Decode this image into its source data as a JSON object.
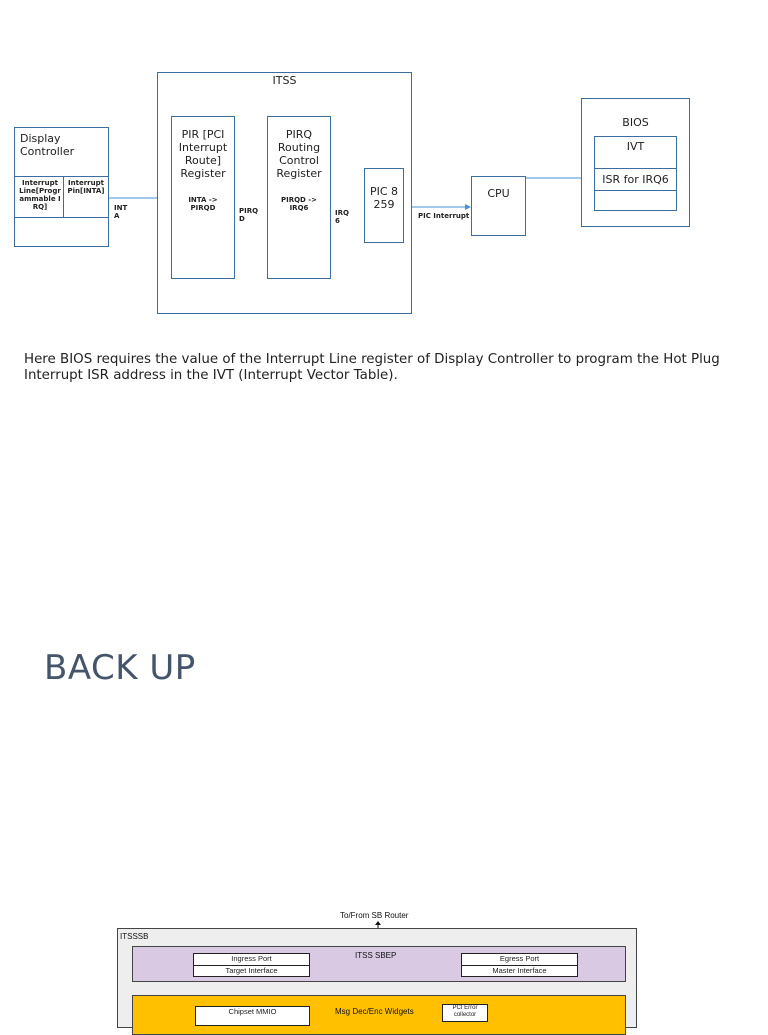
{
  "diagram": {
    "display_controller": {
      "title": "Display Controller",
      "reg_interrupt_line": "Interrupt Line[Programmable IRQ]",
      "reg_interrupt_pin": "Interrupt Pin[INTA]"
    },
    "label_inta": "INT A",
    "itss": {
      "title": "ITSS",
      "pir": {
        "title": "PIR [PCI Interrupt Route] Register",
        "sub": "INTA -> PIRQD"
      },
      "label_pirqd": "PIRQ D",
      "pirq": {
        "title": "PIRQ Routing Control Register",
        "sub": "PIRQD -> IRQ6"
      },
      "label_irq6": "IRQ 6",
      "pic": "PIC 8259"
    },
    "label_pic_interrupt": "PIC Interrupt",
    "cpu": "CPU",
    "bios": {
      "title": "BIOS",
      "ivt": "IVT",
      "isr": "ISR for IRQ6"
    }
  },
  "note": "Here BIOS requires the value of the Interrupt Line register of Display Controller to program the Hot Plug Interrupt ISR address in the IVT (Interrupt Vector Table).",
  "section_title": "BACK UP",
  "backup_diagram": {
    "router_label": "To/From SB Router",
    "outer_label": "ITSSSB",
    "sbep_label": "ITSS SBEP",
    "ingress_port": "Ingress Port",
    "target_interface": "Target Interface",
    "egress_port": "Egress Port",
    "master_interface": "Master Interface",
    "msg_widgets": "Msg Dec/Enc Widgets",
    "chipset_mmio": "Chipset MMIO",
    "pci_error": "PCI Error collector",
    "colors": {
      "sbep_fill": "#d9c9e3",
      "widgets_fill": "#ffc000",
      "outer_fill": "#eeeeee"
    }
  }
}
